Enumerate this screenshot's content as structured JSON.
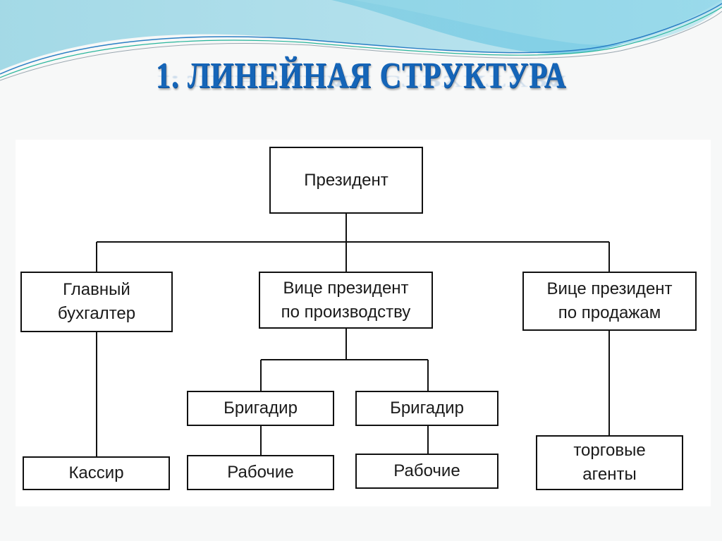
{
  "slide": {
    "title": "1. ЛИНЕЙНАЯ СТРУКТУРА",
    "accent_color": "#1565b8"
  },
  "org_chart": {
    "president": "Президент",
    "chief_accountant": "Главный\nбухгалтер",
    "vp_production": "Вице президент\nпо производству",
    "vp_sales": "Вице президент\nпо продажам",
    "foreman_1": "Бригадир",
    "foreman_2": "Бригадир",
    "cashier": "Кассир",
    "workers_1": "Рабочие",
    "workers_2": "Рабочие",
    "sales_agents": "торговые\nагенты"
  }
}
